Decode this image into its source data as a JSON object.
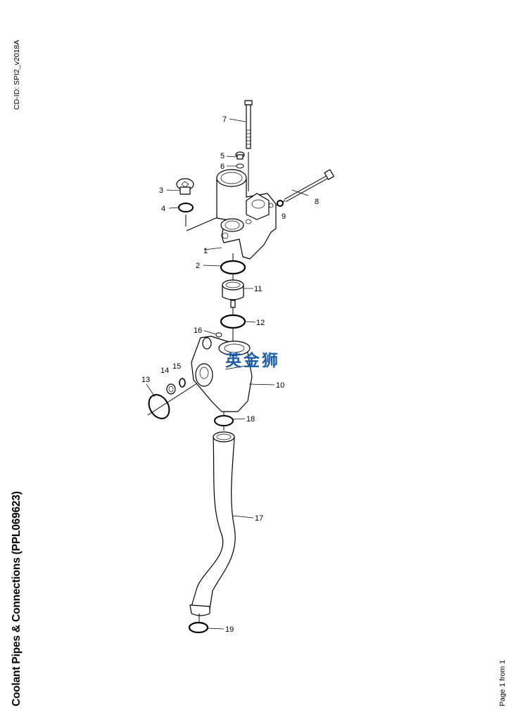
{
  "document": {
    "cd_id": "CD-ID: SPI2_v2018A",
    "title": "Coolant Pipes & Connections (PPL069623)",
    "page": "Page 1 from 1"
  },
  "watermark": "英金狮",
  "callouts": [
    "1",
    "2",
    "3",
    "4",
    "5",
    "6",
    "7",
    "8",
    "9",
    "10",
    "11",
    "12",
    "13",
    "14",
    "15",
    "16",
    "17",
    "18",
    "19"
  ],
  "colors": {
    "watermark": "#1f5ea8"
  }
}
